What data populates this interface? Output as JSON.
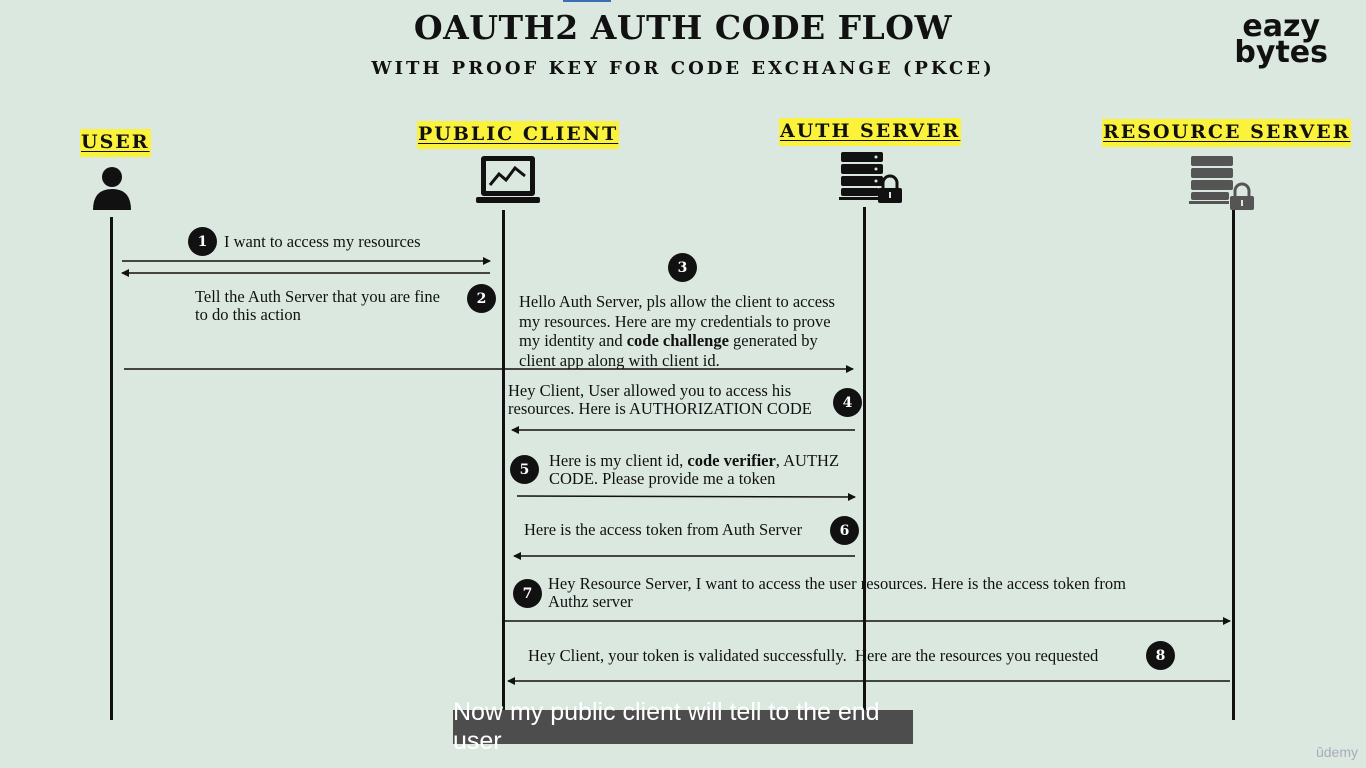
{
  "title": "OAUTH2 AUTH CODE FLOW",
  "subtitle": "WITH PROOF KEY FOR CODE EXCHANGE (PKCE)",
  "logo": {
    "line1": "eazy",
    "line2": "bytes"
  },
  "actors": {
    "user": "USER",
    "public_client": "PUBLIC CLIENT",
    "auth_server": "AUTH SERVER",
    "resource_server": "RESOURCE SERVER"
  },
  "steps": [
    {
      "n": "1",
      "text": "I want to access my resources"
    },
    {
      "n": "2",
      "line1": "Tell the Auth Server that you are fine",
      "line2": "to do this action"
    },
    {
      "n": "3",
      "line1": "Hello Auth Server, pls allow the client to access",
      "line2": "my resources. Here are my credentials to prove",
      "line3_pre": "my identity and ",
      "line3_bold": "code challenge",
      "line3_post": " generated by",
      "line4": "client app along with client id."
    },
    {
      "n": "4",
      "line1": "Hey Client, User allowed you to access his",
      "line2": "resources. Here is AUTHORIZATION CODE"
    },
    {
      "n": "5",
      "line1_pre": "Here is my client id, ",
      "line1_bold": "code verifier",
      "line1_post": ", AUTHZ",
      "line2": "CODE. Please provide me a token"
    },
    {
      "n": "6",
      "text": "Here is the access token from Auth Server"
    },
    {
      "n": "7",
      "line1": "Hey Resource Server,  I want to access the user resources. Here is the access token from",
      "line2": "Authz server"
    },
    {
      "n": "8",
      "text": "Hey Client, your token is validated successfully.  Here are the resources you requested"
    }
  ],
  "caption": "Now my public client will tell to the end user",
  "watermark": "ûdemy"
}
